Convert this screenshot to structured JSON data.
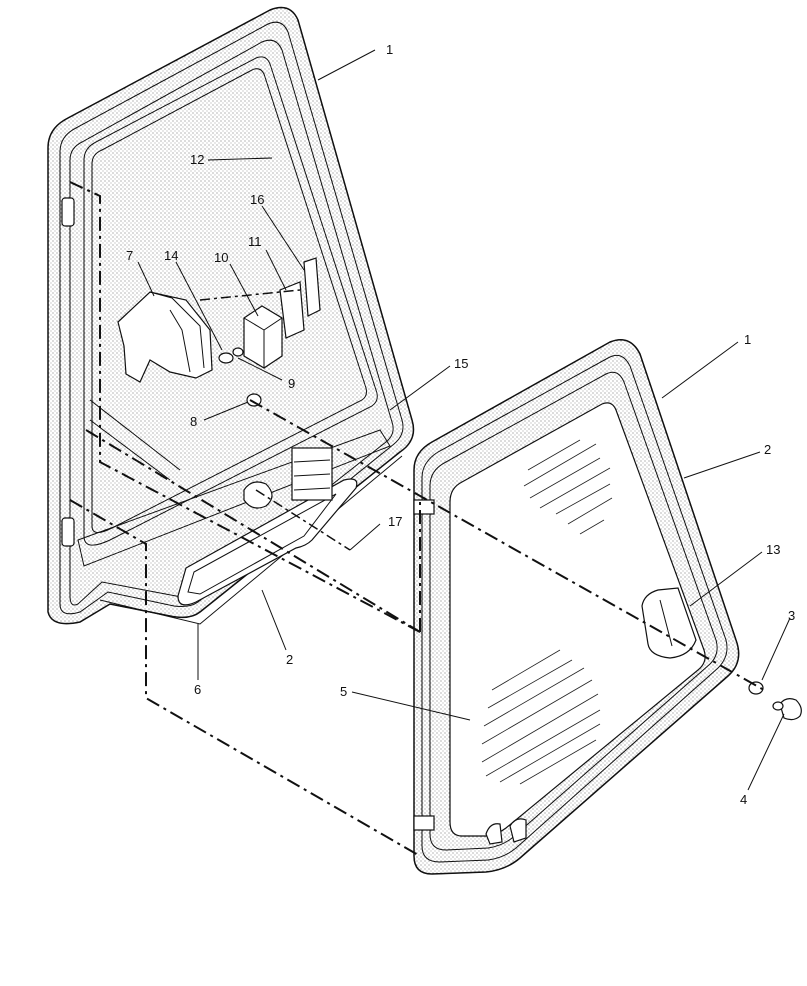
{
  "callouts": [
    {
      "id": "c1a",
      "label": "1"
    },
    {
      "id": "c12",
      "label": "12"
    },
    {
      "id": "c16",
      "label": "16"
    },
    {
      "id": "c7",
      "label": "7"
    },
    {
      "id": "c14",
      "label": "14"
    },
    {
      "id": "c10",
      "label": "10"
    },
    {
      "id": "c11",
      "label": "11"
    },
    {
      "id": "c9",
      "label": "9"
    },
    {
      "id": "c8",
      "label": "8"
    },
    {
      "id": "c15",
      "label": "15"
    },
    {
      "id": "c17",
      "label": "17"
    },
    {
      "id": "c2a",
      "label": "2"
    },
    {
      "id": "c6",
      "label": "6"
    },
    {
      "id": "c1b",
      "label": "1"
    },
    {
      "id": "c2b",
      "label": "2"
    },
    {
      "id": "c13",
      "label": "13"
    },
    {
      "id": "c3",
      "label": "3"
    },
    {
      "id": "c4",
      "label": "4"
    },
    {
      "id": "c5",
      "label": "5"
    }
  ]
}
